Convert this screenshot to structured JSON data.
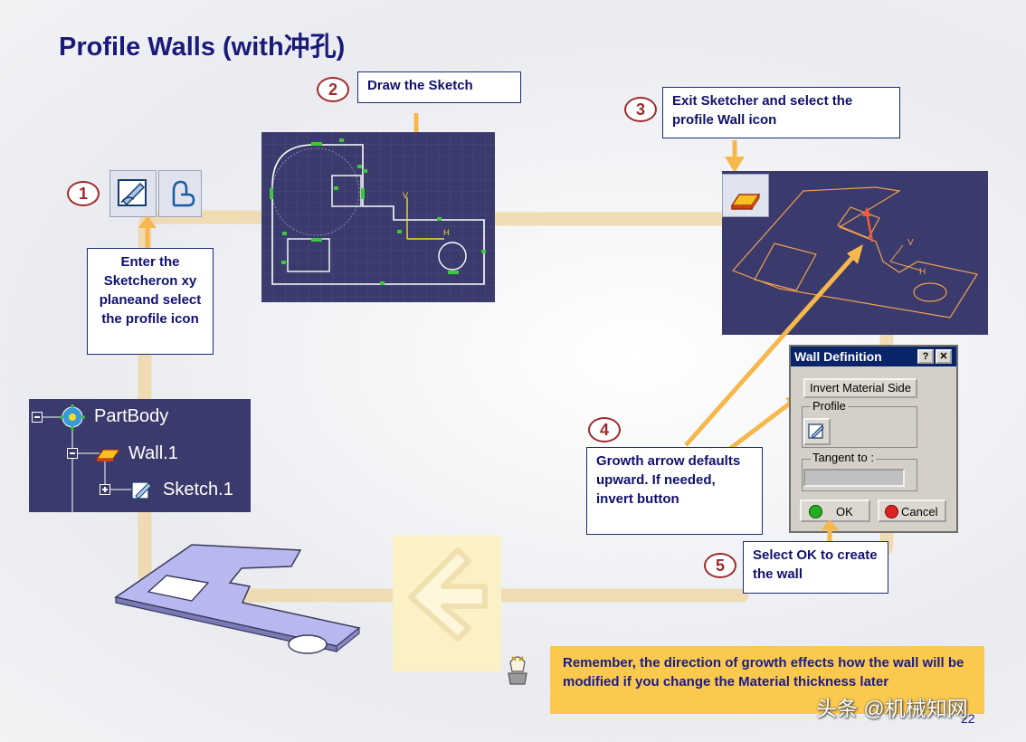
{
  "slide": {
    "title": "Profile Walls (with冲孔)",
    "page_number": "22",
    "watermark": "头条 @机械知网"
  },
  "steps": [
    {
      "number": "1",
      "text": "Enter the Sketcheron xy planeand select the profile icon"
    },
    {
      "number": "2",
      "text": "Draw the Sketch"
    },
    {
      "number": "3",
      "text": "Exit Sketcher and select the profile Wall icon"
    },
    {
      "number": "4",
      "text": "Growth arrow defaults upward. If needed, invert button"
    },
    {
      "number": "5",
      "text": "Select OK to create the wall"
    }
  ],
  "tree": {
    "root": "PartBody",
    "child": "Wall.1",
    "grandchild": "Sketch.1"
  },
  "sketch_labels": {
    "v_axis": "V",
    "h_axis": "H"
  },
  "dialog": {
    "title": "Wall Definition",
    "help_label": "?",
    "close_label": "✕",
    "invert_button": "Invert Material Side",
    "profile_label": "Profile",
    "tangent_label": "Tangent to :",
    "tangent_value": "",
    "ok_label": "OK",
    "cancel_label": "Cancel"
  },
  "note": "Remember, the direction of growth effects how the wall will be modified if you change the Material thickness later",
  "icons": [
    "sketcher-icon",
    "profile-icon",
    "wall-icon",
    "partbody-gear-icon",
    "tip-icon",
    "back-arrow-icon"
  ],
  "colors": {
    "title": "#1a1a7a",
    "step_circle": "#a02a2a",
    "callout_text": "#101070",
    "arrow": "#f6b84d",
    "path_band": "#f0d8a8",
    "panel_bg": "#3a3a6c",
    "note_bg": "#fcc94f",
    "sketch_line": "#ffffff",
    "wall_line": "#f0a050",
    "constraint": "#3cc83c"
  }
}
